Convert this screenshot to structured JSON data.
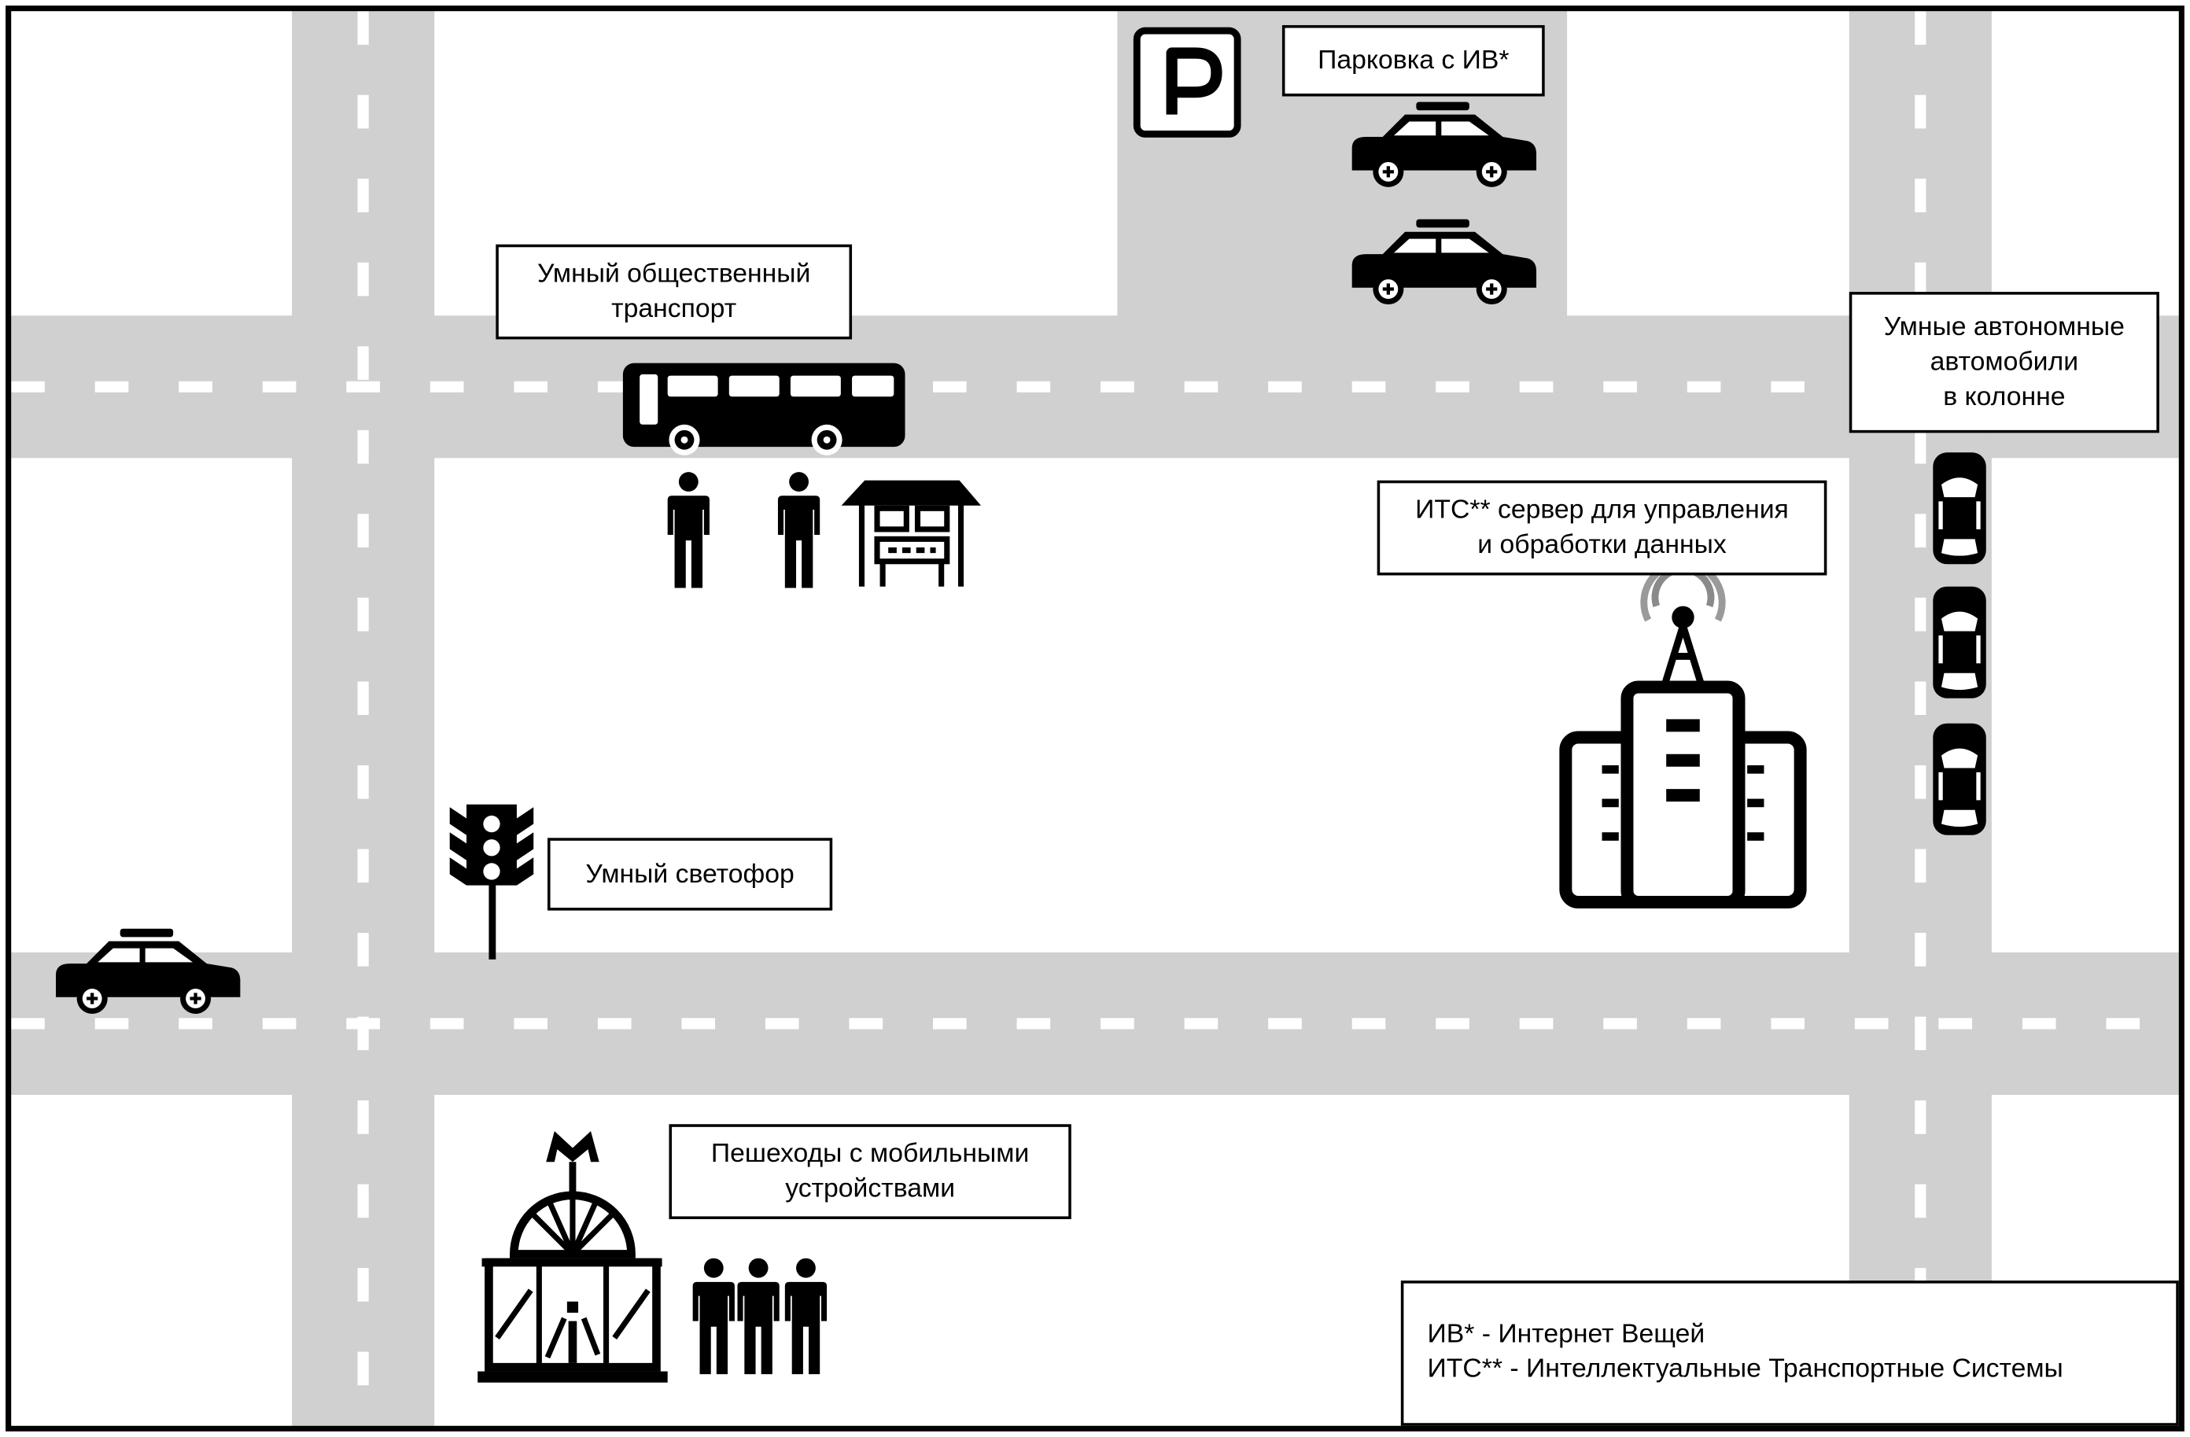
{
  "labels": {
    "parking": "Парковка с ИВ*",
    "transport": [
      "Умный общественный",
      "транспорт"
    ],
    "autonomous": [
      "Умные автономные",
      "автомобили",
      "в колонне"
    ],
    "its_server": [
      "ИТС** сервер для управления",
      "и обработки данных"
    ],
    "traffic_light": "Умный светофор",
    "pedestrians": [
      "Пешеходы с мобильными",
      "устройствами"
    ]
  },
  "legend": {
    "iot": "ИВ* - Интернет Вещей",
    "its": "ИТС** - Интеллектуальные Транспортные Системы"
  },
  "icons": {
    "parking_sign": "P",
    "metro_letter": "M"
  },
  "colors": {
    "road": "#d0d0d0",
    "lane_marking": "#ffffff",
    "icon": "#000000",
    "signal_ring": "#8a8a8a",
    "background": "#ffffff"
  }
}
